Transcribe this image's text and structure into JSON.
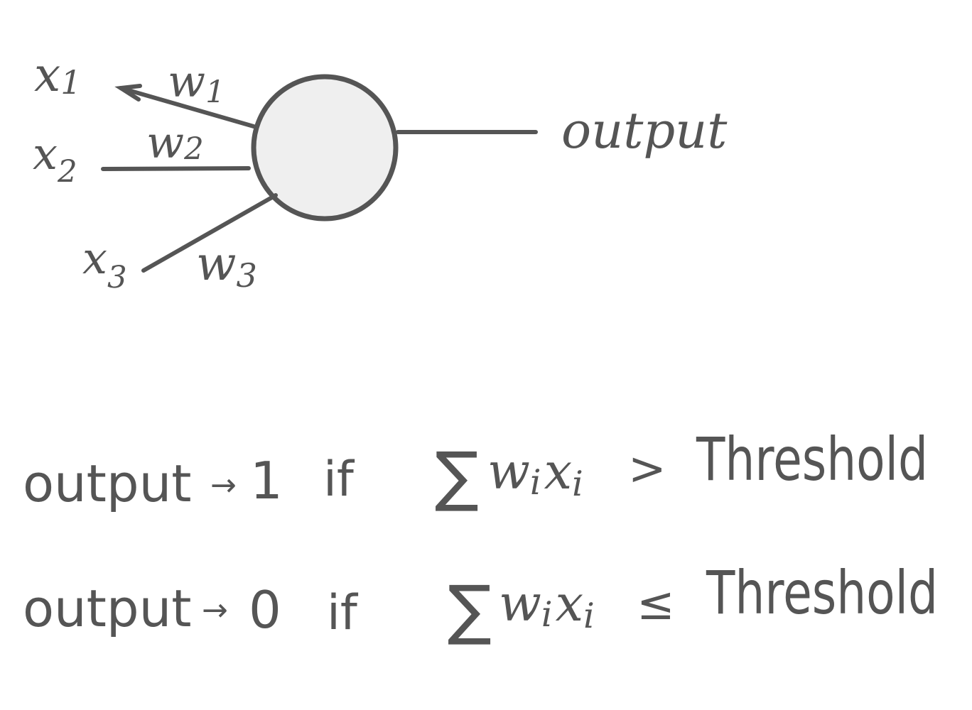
{
  "diagram": {
    "inputs": [
      {
        "var": "x",
        "sub": "1",
        "weight_var": "w",
        "weight_sub": "1"
      },
      {
        "var": "x",
        "sub": "2",
        "weight_var": "w",
        "weight_sub": "2"
      },
      {
        "var": "x",
        "sub": "3",
        "weight_var": "w",
        "weight_sub": "3"
      }
    ],
    "output_label": "output",
    "colors": {
      "stroke": "#555555",
      "node_fill": "#efefef",
      "background": "#ffffff"
    }
  },
  "rules": [
    {
      "lhs": "output",
      "arrow": "→",
      "value": "1",
      "cond": "if",
      "sum": "∑",
      "w": "w",
      "x": "x",
      "i": "i",
      "op": ">",
      "rhs": "Threshold"
    },
    {
      "lhs": "output",
      "arrow": "→",
      "value": "0",
      "cond": "if",
      "sum": "∑",
      "w": "w",
      "x": "x",
      "i": "i",
      "op": "≤",
      "rhs": "Threshold"
    }
  ]
}
